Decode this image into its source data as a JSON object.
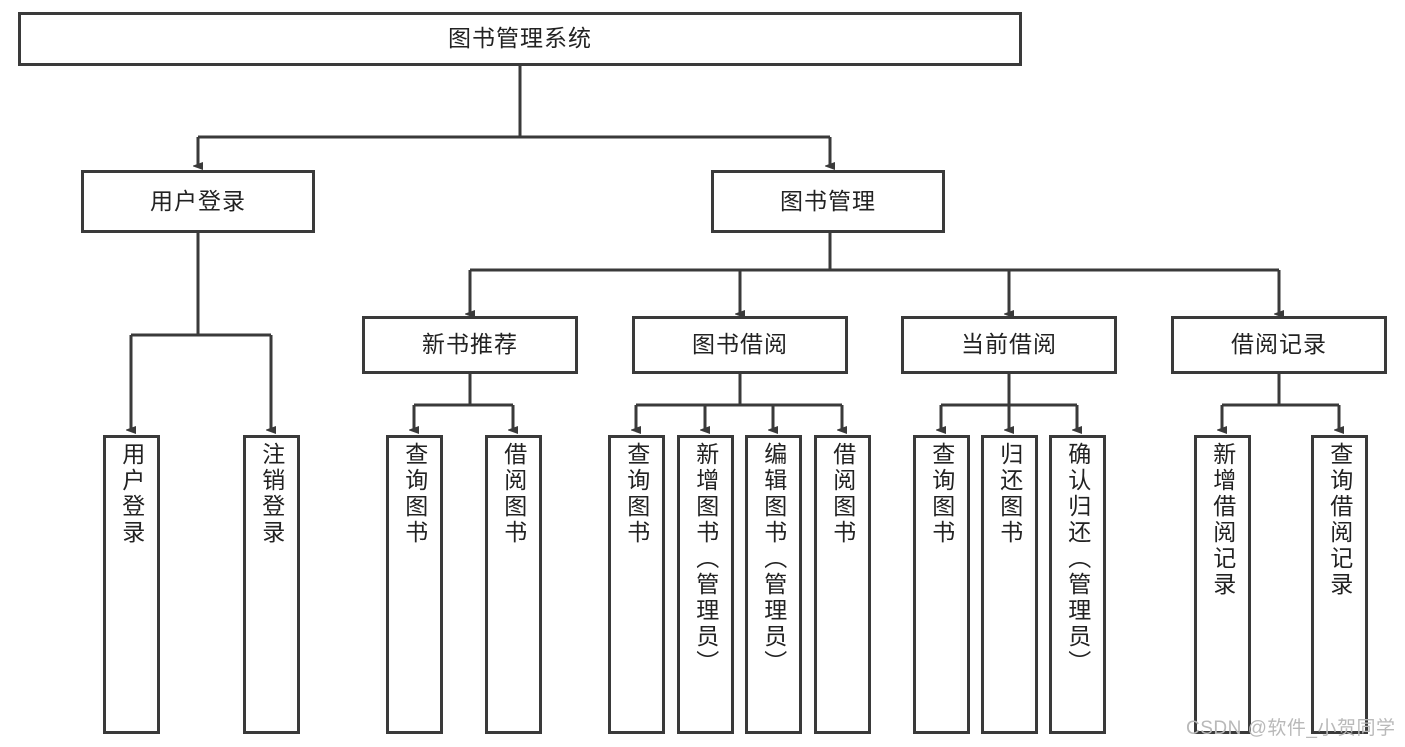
{
  "diagram": {
    "type": "tree-hierarchy",
    "title": "图书管理系统",
    "watermark": "CSDN @软件_小贺同学",
    "colors": {
      "stroke": "#3a3a3a",
      "fill": "#ffffff",
      "text": "#222222",
      "watermark": "#b9b9b9"
    },
    "root": {
      "label": "图书管理系统",
      "orientation": "horizontal"
    },
    "level2": [
      {
        "label": "用户登录",
        "orientation": "horizontal"
      },
      {
        "label": "图书管理",
        "orientation": "horizontal"
      }
    ],
    "level3": [
      {
        "label": "新书推荐",
        "orientation": "horizontal"
      },
      {
        "label": "图书借阅",
        "orientation": "horizontal"
      },
      {
        "label": "当前借阅",
        "orientation": "horizontal"
      },
      {
        "label": "借阅记录",
        "orientation": "horizontal"
      }
    ],
    "leaves": {
      "user_login": [
        {
          "label": "用户登录",
          "orientation": "vertical"
        },
        {
          "label": "注销登录",
          "orientation": "vertical"
        }
      ],
      "new_book_recommend": [
        {
          "label": "查询图书",
          "orientation": "vertical"
        },
        {
          "label": "借阅图书",
          "orientation": "vertical"
        }
      ],
      "book_borrow": [
        {
          "label": "查询图书",
          "orientation": "vertical"
        },
        {
          "label": "新增图书（管理员）",
          "orientation": "vertical"
        },
        {
          "label": "编辑图书（管理员）",
          "orientation": "vertical"
        },
        {
          "label": "借阅图书",
          "orientation": "vertical"
        }
      ],
      "current_borrow": [
        {
          "label": "查询图书",
          "orientation": "vertical"
        },
        {
          "label": "归还图书",
          "orientation": "vertical"
        },
        {
          "label": "确认归还（管理员）",
          "orientation": "vertical"
        }
      ],
      "borrow_record": [
        {
          "label": "新增借阅记录",
          "orientation": "vertical"
        },
        {
          "label": "查询借阅记录",
          "orientation": "vertical"
        }
      ]
    }
  }
}
